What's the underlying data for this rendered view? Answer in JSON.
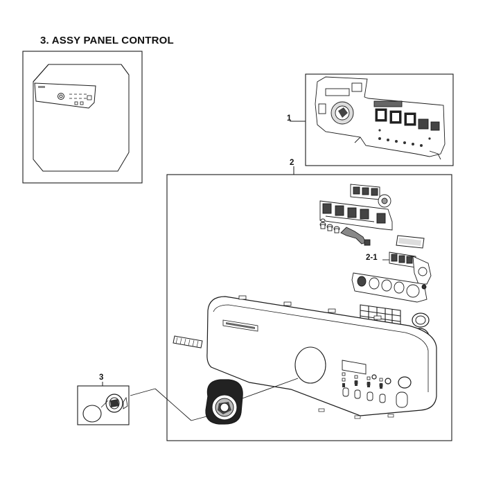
{
  "title": "3. ASSY PANEL CONTROL",
  "callouts": {
    "part1": "1",
    "part2": "2",
    "part2_1": "2-1",
    "part3": "3"
  },
  "colors": {
    "line": "#1a1a1a",
    "fill_light": "#ffffff",
    "fill_gray": "#d9d9d9",
    "fill_dark": "#555555"
  }
}
